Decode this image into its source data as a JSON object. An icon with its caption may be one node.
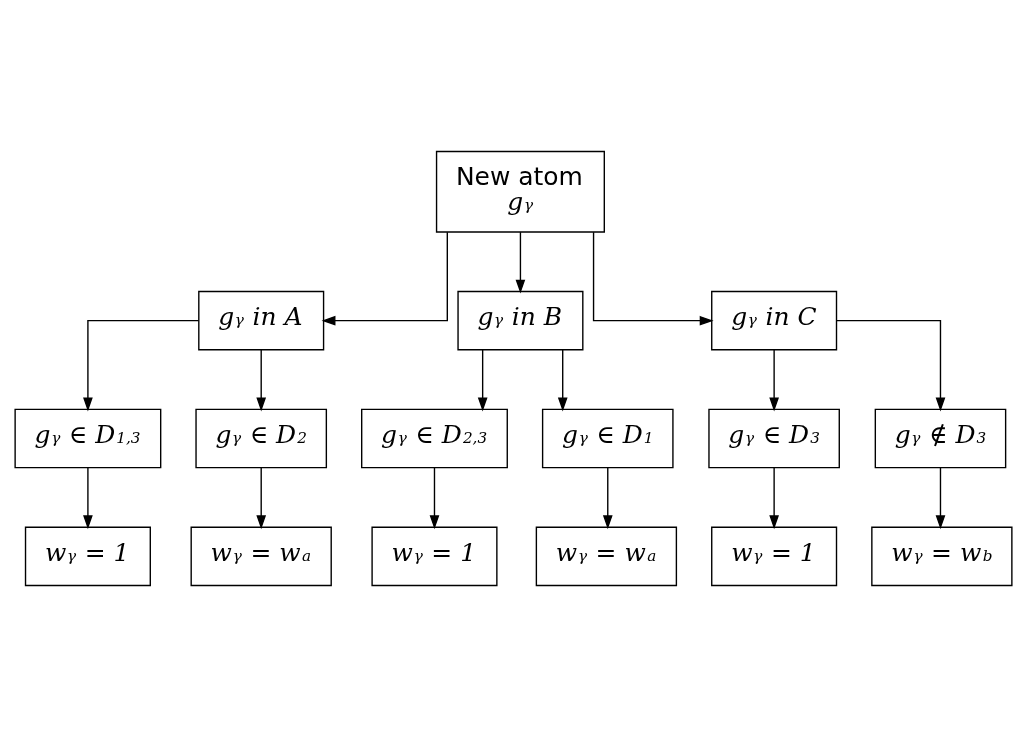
{
  "diagram": {
    "nodes": [
      {
        "text": [
          "New atom",
          "g$_{γ}$"
        ]
      },
      {
        "text": [
          "g$_{γ}$ in A"
        ]
      },
      {
        "text": [
          "g$_{γ}$ in B"
        ]
      },
      {
        "text": [
          "g$_{γ}$ in C"
        ]
      },
      {
        "text": [
          "g$_{γ}$ ∈ D$_{1,3}$"
        ]
      },
      {
        "text": [
          "g$_{γ}$ ∈ D$_{2}$"
        ]
      },
      {
        "text": [
          "g$_{γ}$ ∈ D$_{2,3}$"
        ]
      },
      {
        "text": [
          "g$_{γ}$ ∈ D$_{1}$"
        ]
      },
      {
        "text": [
          "g$_{γ}$ ∈ D$_{3}$"
        ]
      },
      {
        "text": [
          "g$_{γ}$ ∉ D$_{3}$"
        ]
      },
      {
        "text": [
          "w$_{γ}$ = 1"
        ]
      },
      {
        "text": [
          "w$_{γ}$ = w$_{a}$"
        ]
      },
      {
        "text": [
          "w$_{γ}$ = 1"
        ]
      },
      {
        "text": [
          "w$_{γ}$ = w$_{a}$"
        ]
      },
      {
        "text": [
          "w$_{γ}$ = 1"
        ]
      },
      {
        "text": [
          "w$_{γ}$ = w$_{b}$"
        ]
      }
    ],
    "edges": [
      {
        "from": 0,
        "to": 1,
        "arrow": "to"
      },
      {
        "from": 0,
        "to": 2,
        "arrow": "to"
      },
      {
        "from": 0,
        "to": 3,
        "arrow": "to"
      },
      {
        "from": 1,
        "to": 4,
        "arrow": "to"
      },
      {
        "from": 1,
        "to": 5,
        "arrow": "to"
      },
      {
        "from": 2,
        "to": 6,
        "arrow": "to"
      },
      {
        "from": 2,
        "to": 7,
        "arrow": "to"
      },
      {
        "from": 3,
        "to": 8,
        "arrow": "to"
      },
      {
        "from": 3,
        "to": 9,
        "arrow": "to"
      },
      {
        "from": 4,
        "to": 10,
        "arrow": "to"
      },
      {
        "from": 5,
        "to": 11,
        "arrow": "to"
      },
      {
        "from": 6,
        "to": 12,
        "arrow": "to"
      },
      {
        "from": 7,
        "to": 13,
        "arrow": "to"
      },
      {
        "from": 8,
        "to": 14,
        "arrow": "to"
      },
      {
        "from": 9,
        "to": 15,
        "arrow": "to"
      }
    ]
  }
}
